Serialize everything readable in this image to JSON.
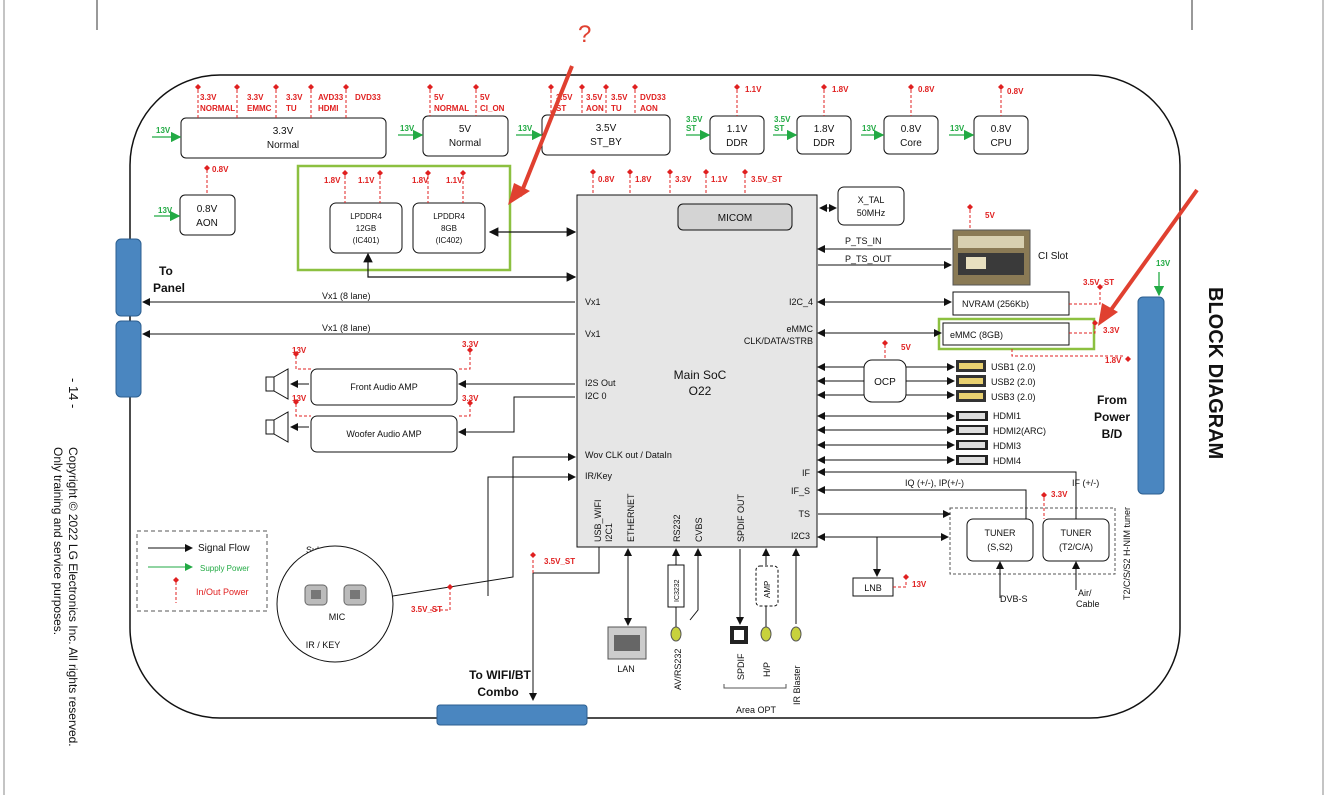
{
  "page": {
    "title": "BLOCK DIAGRAM",
    "page_number": "- 14 -",
    "copyright_1": "Copyright © 2022 LG Electronics Inc. All rights reserved.",
    "copyright_2": "Only training and service purposes."
  },
  "annotation": {
    "question": "?"
  },
  "rails": {
    "r33_normal": [
      "3.3V",
      "NORMAL"
    ],
    "r33_emmc": [
      "3.3V",
      "EMMC"
    ],
    "r33_tu": [
      "3.3V",
      "TU"
    ],
    "avd33_hdmi": [
      "AVD33",
      "HDMI"
    ],
    "dvd33": "DVD33",
    "r5_normal": [
      "5V",
      "NORMAL"
    ],
    "r5_cion": [
      "5V",
      "CI_ON"
    ],
    "r35_st": [
      "3.5V",
      "ST"
    ],
    "r35_aon": [
      "3.5V",
      "AON"
    ],
    "r35_tu": [
      "3.5V",
      "TU"
    ],
    "dvd33_aon": [
      "DVD33",
      "AON"
    ],
    "v11": "1.1V",
    "v18": "1.8V",
    "v08": "0.8V",
    "v33": "3.3V",
    "v5": "5V",
    "v13": "13V",
    "v35st": "3.5V_ST",
    "v35_st_in": [
      "3.5V",
      "ST"
    ]
  },
  "regulators": {
    "reg33": [
      "3.3V",
      "Normal"
    ],
    "reg5": [
      "5V",
      "Normal"
    ],
    "reg35": [
      "3.5V",
      "ST_BY"
    ],
    "reg11": [
      "1.1V",
      "DDR"
    ],
    "reg18": [
      "1.8V",
      "DDR"
    ],
    "reg08core": [
      "0.8V",
      "Core"
    ],
    "reg08cpu": [
      "0.8V",
      "CPU"
    ],
    "aon": [
      "0.8V",
      "AON"
    ]
  },
  "memory": {
    "lpddr1": [
      "LPDDR4",
      "12GB",
      "(IC401)"
    ],
    "lpddr2": [
      "LPDDR4",
      "8GB",
      "(IC402)"
    ]
  },
  "soc": {
    "name": "Main SoC",
    "model": "O22",
    "micom": "MICOM"
  },
  "xtal": [
    "X_TAL",
    "50MHz"
  ],
  "ci": {
    "label": "CI Slot",
    "ts_in": "P_TS_IN",
    "ts_out": "P_TS_OUT"
  },
  "storage": {
    "nvram": "NVRAM (256Kb)",
    "emmc": "eMMC (8GB)"
  },
  "soc_pins": {
    "i2c4": "I2C_4",
    "emmc": [
      "eMMC",
      "CLK/DATA/STRB"
    ],
    "vx1": "Vx1",
    "i2s": [
      "I2S Out",
      "I2C 0"
    ],
    "wov": "Wov CLK out / DataIn",
    "irkey": "IR/Key",
    "if": "IF",
    "ifs": "IF_S",
    "ts": "TS",
    "i2c3": "I2C3",
    "bottom": [
      "USB_WIFI",
      "I2C1",
      "ETHERNET",
      "RS232",
      "CVBS",
      "SPDIF OUT"
    ]
  },
  "vx1_lane": "Vx1 (8 lane)",
  "audio": {
    "front": "Front Audio AMP",
    "woofer": "Woofer Audio AMP"
  },
  "ocp": "OCP",
  "usb": [
    "USB1 (2.0)",
    "USB2 (2.0)",
    "USB3 (2.0)"
  ],
  "hdmi": [
    "HDMI1",
    "HDMI2(ARC)",
    "HDMI3",
    "HDMI4"
  ],
  "tuner": {
    "t1": [
      "TUNER",
      "(S,S2)"
    ],
    "t2": [
      "TUNER",
      "(T2/C/A)"
    ],
    "iq": "IQ (+/-), IP(+/-)",
    "ifpm": "IF (+/-)",
    "dvbs": "DVB-S",
    "air": [
      "Air/",
      "Cable"
    ],
    "side": "T2/C/S/S2 H-NIM tuner"
  },
  "lnb": "LNB",
  "connectors": {
    "panel": [
      "To",
      "Panel"
    ],
    "power": [
      "From",
      "Power",
      "B/D"
    ],
    "wifi": [
      "To WIFI/BT",
      "Combo"
    ]
  },
  "legend": {
    "signal": "Signal Flow",
    "supply": "Supply Power",
    "inout": "In/Out Power"
  },
  "subassy": {
    "title": "Sub Assy",
    "mic": "MIC",
    "irkey": "IR / KEY"
  },
  "bottom_ports": {
    "lan": "LAN",
    "av": "AV/RS232",
    "spdif": "SPDIF",
    "hp": "H/P",
    "irb": "IR Blaster",
    "area": "Area OPT",
    "ic": "IC3232",
    "amp": "AMP"
  },
  "colors": {
    "signal": "#111111",
    "supply": "#22aa44",
    "power": "#e02020",
    "connector": "#4a86c0",
    "highlight": "#8cc040",
    "arrow_annot": "#e04030"
  }
}
